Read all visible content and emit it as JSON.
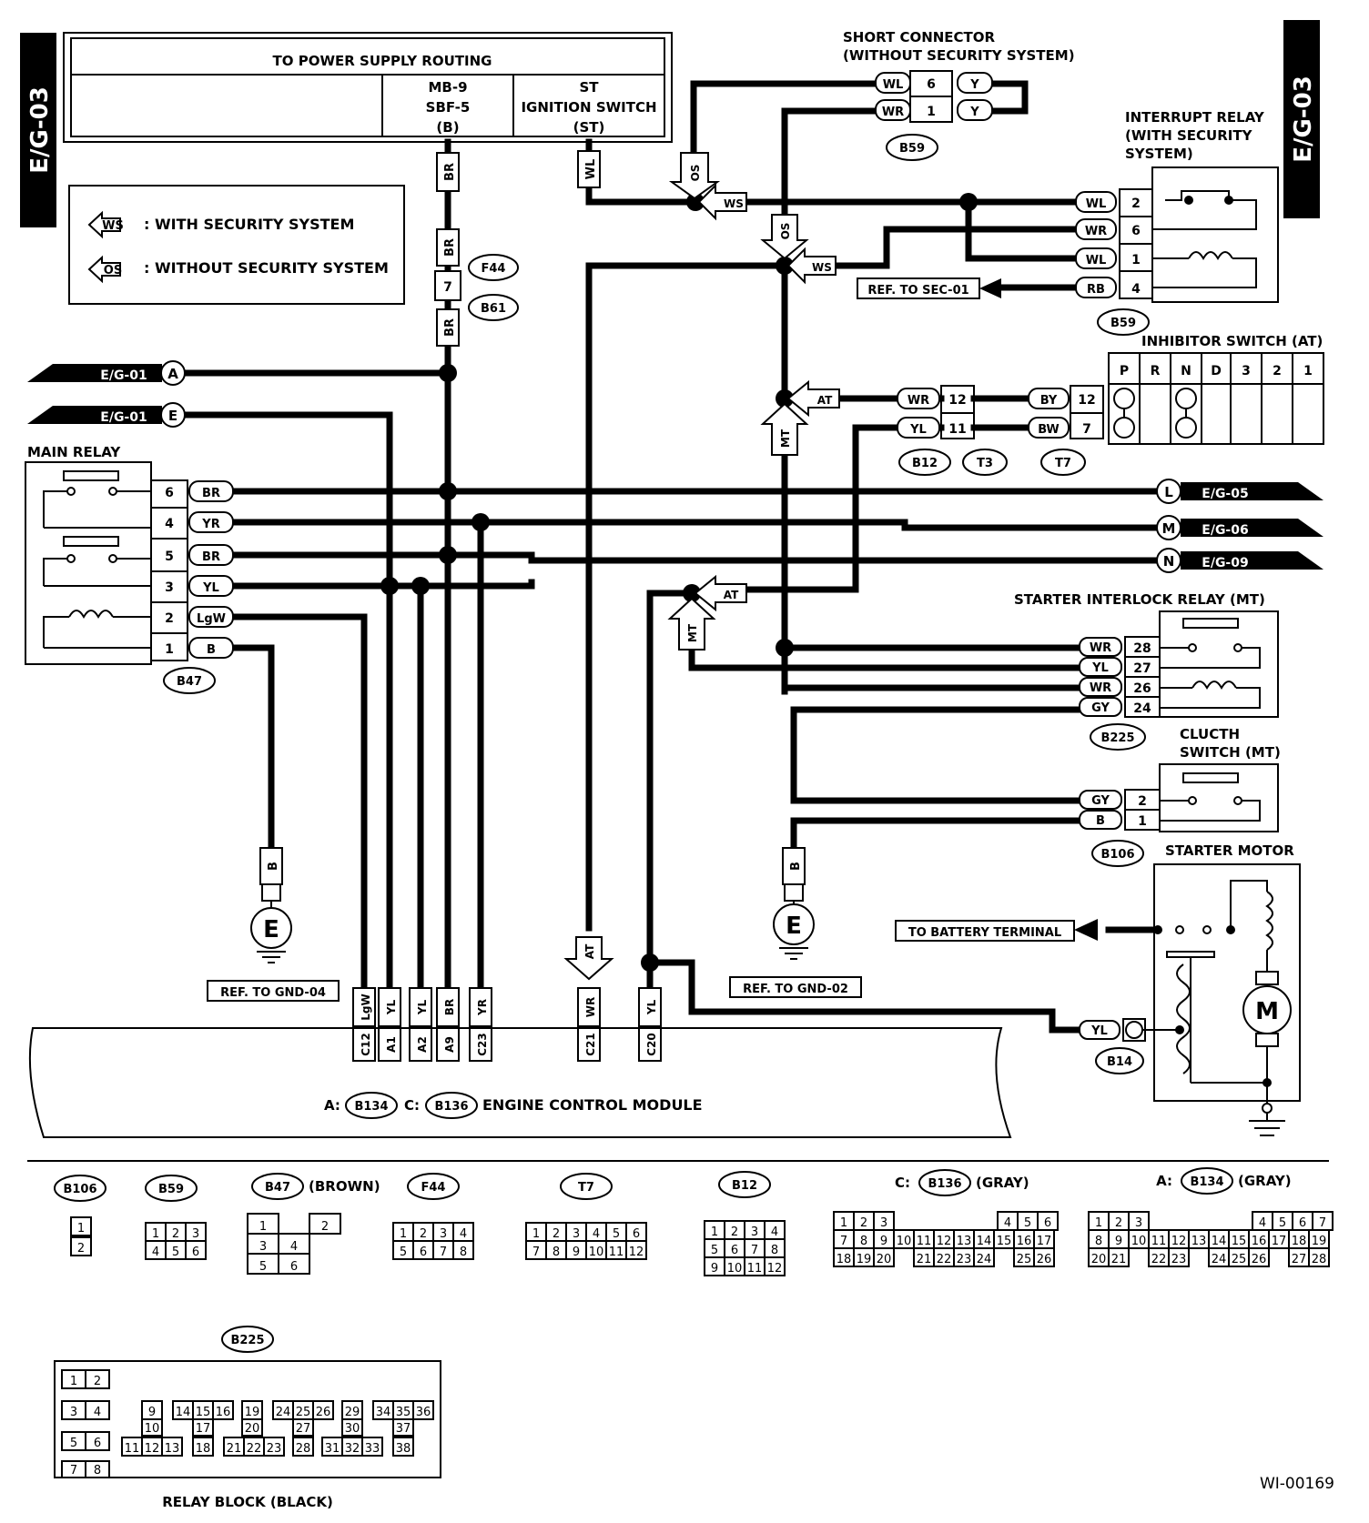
{
  "page": {
    "side_tab_left": "E/G-03",
    "side_tab_right": "E/G-03",
    "figure_id": "WI-00169"
  },
  "power_routing": {
    "title": "TO POWER SUPPLY ROUTING",
    "left_cell": [
      "MB-9",
      "SBF-5",
      "(B)"
    ],
    "right_cell": [
      "ST",
      "IGNITION SWITCH",
      "(ST)"
    ]
  },
  "legend": {
    "ws_tag": "WS",
    "ws_text": ": WITH SECURITY SYSTEM",
    "os_tag": "OS",
    "os_text": ": WITHOUT SECURITY SYSTEM"
  },
  "short_connector": {
    "title_line1": "SHORT CONNECTOR",
    "title_line2": "(WITHOUT SECURITY SYSTEM)",
    "rows": [
      {
        "left": "WL",
        "pin": "6",
        "right": "Y"
      },
      {
        "left": "WR",
        "pin": "1",
        "right": "Y"
      }
    ],
    "connector": "B59"
  },
  "interrupt_relay": {
    "title": [
      "INTERRUPT RELAY",
      "(WITH SECURITY",
      "SYSTEM)"
    ],
    "rows": [
      {
        "wire": "WL",
        "pin": "2"
      },
      {
        "wire": "WR",
        "pin": "6"
      },
      {
        "wire": "WL",
        "pin": "1"
      },
      {
        "wire": "RB",
        "pin": "4"
      }
    ],
    "connector": "B59",
    "ref": "REF. TO SEC-01"
  },
  "inhibitor_switch": {
    "title": "INHIBITOR SWITCH (AT)",
    "positions": [
      "P",
      "R",
      "N",
      "D",
      "3",
      "2",
      "1"
    ],
    "left_rows": [
      {
        "wire": "WR",
        "pin": "12"
      },
      {
        "wire": "YL",
        "pin": "11"
      }
    ],
    "right_rows": [
      {
        "wire": "BY",
        "pin": "12"
      },
      {
        "wire": "BW",
        "pin": "7"
      }
    ],
    "connectors": [
      "B12",
      "T3",
      "T7"
    ]
  },
  "main_relay": {
    "title": "MAIN RELAY",
    "rows": [
      {
        "pin": "6",
        "wire": "BR"
      },
      {
        "pin": "4",
        "wire": "YR"
      },
      {
        "pin": "5",
        "wire": "BR"
      },
      {
        "pin": "3",
        "wire": "YL"
      },
      {
        "pin": "2",
        "wire": "LgW"
      },
      {
        "pin": "1",
        "wire": "B"
      }
    ],
    "connector": "B47"
  },
  "offpage": {
    "a": {
      "ref": "E/G-01",
      "letter": "A"
    },
    "e": {
      "ref": "E/G-01",
      "letter": "E"
    },
    "l": {
      "ref": "E/G-05",
      "letter": "L"
    },
    "m": {
      "ref": "E/G-06",
      "letter": "M"
    },
    "n": {
      "ref": "E/G-09",
      "letter": "N"
    }
  },
  "vertical_labels": {
    "br_top": "BR",
    "wl_top": "WL",
    "br_mid": "BR",
    "br_low": "BR",
    "f44_pin": "7",
    "f44": "F44",
    "b61": "B61",
    "os1": "OS",
    "os2": "OS",
    "ws1": "WS",
    "ws2": "WS",
    "at1": "AT",
    "mt1": "MT",
    "at2": "AT",
    "mt2": "MT",
    "at3": "AT"
  },
  "starter_interlock": {
    "title": "STARTER INTERLOCK RELAY (MT)",
    "rows": [
      {
        "wire": "WR",
        "pin": "28"
      },
      {
        "wire": "YL",
        "pin": "27"
      },
      {
        "wire": "WR",
        "pin": "26"
      },
      {
        "wire": "GY",
        "pin": "24"
      }
    ],
    "connector": "B225"
  },
  "clutch_switch": {
    "title": [
      "CLUCTH",
      "SWITCH (MT)"
    ],
    "rows": [
      {
        "wire": "GY",
        "pin": "2"
      },
      {
        "wire": "B",
        "pin": "1"
      }
    ],
    "connector": "B106"
  },
  "starter_motor": {
    "title": "STARTER MOTOR",
    "battery": "TO BATTERY TERMINAL",
    "wire": "YL",
    "connector": "B14",
    "motor": "M"
  },
  "grounds": {
    "left_wire": "B",
    "left_symbol": "E",
    "left_ref": "REF. TO GND-04",
    "right_wire": "B",
    "right_symbol": "E",
    "right_ref": "REF. TO GND-02"
  },
  "ecm": {
    "pins": [
      {
        "wire": "LgW",
        "pin": "C12"
      },
      {
        "wire": "YL",
        "pin": "A1"
      },
      {
        "wire": "YL",
        "pin": "A2"
      },
      {
        "wire": "BR",
        "pin": "A9"
      },
      {
        "wire": "YR",
        "pin": "C23"
      },
      {
        "wire": "WR",
        "pin": "C21"
      },
      {
        "wire": "YL",
        "pin": "C20"
      }
    ],
    "label_a": "A:",
    "conn_a": "B134",
    "label_c": "C:",
    "conn_c": "B136",
    "label": "ENGINE CONTROL MODULE"
  },
  "connector_views": {
    "b106": {
      "name": "B106",
      "pins": [
        "1",
        "2"
      ]
    },
    "b59": {
      "name": "B59",
      "pins": [
        "1",
        "2",
        "3",
        "4",
        "5",
        "6"
      ]
    },
    "b47": {
      "name": "B47",
      "note": "(BROWN)",
      "pins": [
        "1",
        "2",
        "3",
        "4",
        "5",
        "6"
      ]
    },
    "f44": {
      "name": "F44",
      "pins": [
        "1",
        "2",
        "3",
        "4",
        "5",
        "6",
        "7",
        "8"
      ]
    },
    "t7": {
      "name": "T7",
      "pins": [
        "1",
        "2",
        "3",
        "4",
        "5",
        "6",
        "7",
        "8",
        "9",
        "10",
        "11",
        "12"
      ]
    },
    "b12": {
      "name": "B12",
      "pins": [
        "1",
        "2",
        "3",
        "4",
        "5",
        "6",
        "7",
        "8",
        "9",
        "10",
        "11",
        "12"
      ]
    },
    "b136": {
      "prefix": "C:",
      "name": "B136",
      "note": "(GRAY)",
      "pins": [
        "1",
        "2",
        "3",
        "4",
        "5",
        "6",
        "7",
        "8",
        "9",
        "10",
        "11",
        "12",
        "13",
        "14",
        "15",
        "16",
        "17",
        "18",
        "19",
        "20",
        "21",
        "22",
        "23",
        "24",
        "25",
        "26"
      ]
    },
    "b134": {
      "prefix": "A:",
      "name": "B134",
      "note": "(GRAY)",
      "pins": [
        "1",
        "2",
        "3",
        "4",
        "5",
        "6",
        "7",
        "8",
        "9",
        "10",
        "11",
        "12",
        "13",
        "14",
        "15",
        "16",
        "17",
        "18",
        "19",
        "20",
        "21",
        "22",
        "23",
        "24",
        "25",
        "26",
        "27",
        "28"
      ]
    },
    "b225": {
      "name": "B225",
      "note": "RELAY BLOCK (BLACK)",
      "pins": [
        "1",
        "2",
        "3",
        "4",
        "5",
        "6",
        "7",
        "8",
        "9",
        "10",
        "11",
        "12",
        "13",
        "14",
        "15",
        "16",
        "17",
        "18",
        "19",
        "20",
        "21",
        "22",
        "23",
        "24",
        "25",
        "26",
        "27",
        "28",
        "29",
        "30",
        "31",
        "32",
        "33",
        "34",
        "35",
        "36",
        "37",
        "38"
      ]
    }
  }
}
